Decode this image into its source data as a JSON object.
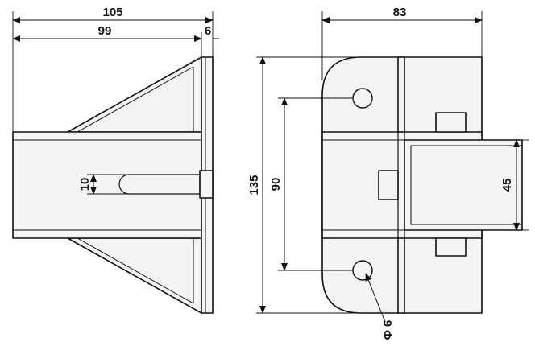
{
  "drawing": {
    "side_view": {
      "dim_overall_width": "105",
      "dim_base_width": "99",
      "dim_flange_thickness": "6",
      "dim_slot_height": "10"
    },
    "front_view": {
      "dim_overall_width": "83",
      "dim_overall_height": "135",
      "dim_hole_spacing": "90",
      "dim_tube_opening": "45",
      "dim_hole_diameter": "Φ 6"
    },
    "colors": {
      "line": "#111111",
      "fill": "#f4f4f4"
    }
  }
}
